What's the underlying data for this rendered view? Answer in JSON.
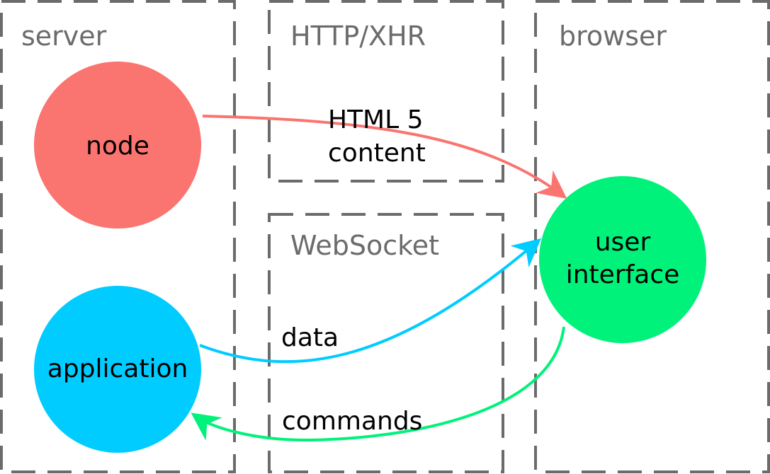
{
  "zones": {
    "server": {
      "label": "server"
    },
    "http_xhr": {
      "label": "HTTP/XHR"
    },
    "websocket": {
      "label": "WebSocket"
    },
    "browser": {
      "label": "browser"
    }
  },
  "nodes": {
    "node": {
      "label": "node",
      "color": "#fa7470"
    },
    "application": {
      "label": "application",
      "color": "#00ccff"
    },
    "user_interface": {
      "label_line1": "user",
      "label_line2": "interface",
      "color": "#00f27a"
    }
  },
  "edges": {
    "html_content": {
      "label_line1": "HTML 5",
      "label_line2": "content",
      "color": "#fa7470"
    },
    "data": {
      "label": "data",
      "color": "#00ccff"
    },
    "commands": {
      "label": "commands",
      "color": "#00f27a"
    }
  }
}
